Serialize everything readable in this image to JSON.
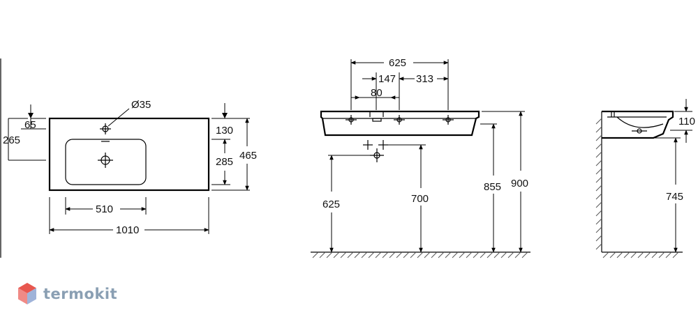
{
  "dimensions": {
    "top": {
      "hole_diameter": "Ø35",
      "d65": "65",
      "d265": "265",
      "d130": "130",
      "d285": "285",
      "d465": "465",
      "d510": "510",
      "d1010": "1010"
    },
    "front": {
      "d625_top": "625",
      "d147": "147",
      "d313": "313",
      "d80": "80",
      "d625_side": "625",
      "d700": "700",
      "d855": "855",
      "d900": "900"
    },
    "side": {
      "d110": "110",
      "d745": "745"
    }
  },
  "brand": {
    "name": "termokit",
    "logo_icon": "hexagon-cube-icon",
    "logo_colors": [
      "#e8574f",
      "#f08a86",
      "#9fb3d9"
    ],
    "text_color": "#8a9fb3"
  }
}
